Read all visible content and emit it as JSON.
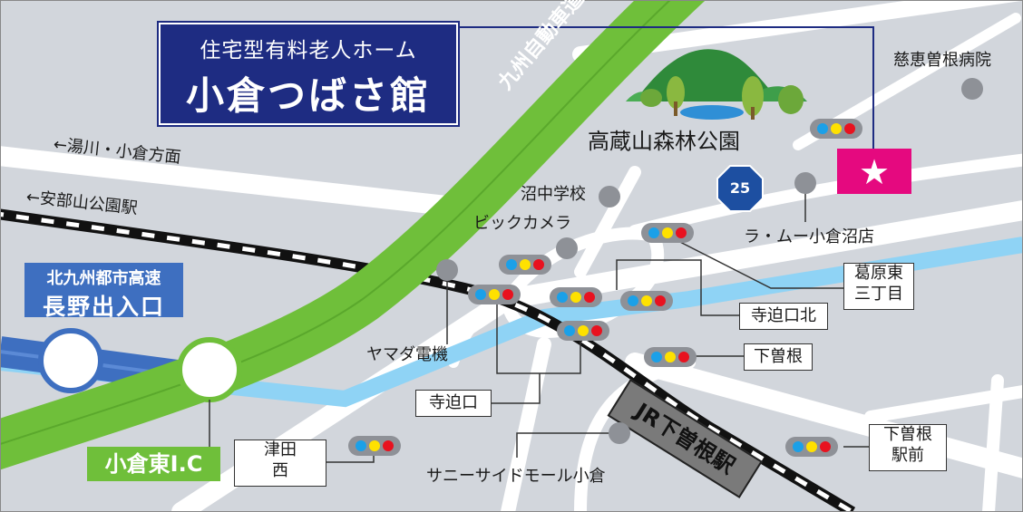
{
  "title": {
    "subtitle": "住宅型有料老人ホーム",
    "name": "小倉つばさ館"
  },
  "expressway_label": "九州自動車道",
  "park_label": "高蔵山森林公園",
  "route_number": "25",
  "direction_labels": {
    "yugawa": "←湯川・小倉方面",
    "abeyama": "←安部山公園駅"
  },
  "exit_box": {
    "line1": "北九州都市高速",
    "line2": "長野出入口"
  },
  "ic_label": "小倉東I.C",
  "station_label": "JR下曽根駅",
  "places": {
    "hospital": "慈恵曽根病院",
    "school": "沼中学校",
    "bic_camera": "ビックカメラ",
    "la_mu": "ラ・ムー小倉沼店",
    "yamada": "ヤマダ電機",
    "sunnyside": "サニーサイドモール小倉"
  },
  "intersections": {
    "katsurahara_l1": "葛原東",
    "katsurahara_l2": "三丁目",
    "jisakokita": "寺迫口北",
    "shimosone": "下曽根",
    "jisako": "寺迫口",
    "tsuda_l1": "津田",
    "tsuda_l2": "西",
    "shimosone_eki_l1": "下曽根",
    "shimosone_eki_l2": "駅前"
  },
  "destination_marker": "★",
  "colors": {
    "title_bg": "#1e2c82",
    "expressway": "#6fbf3a",
    "urban_expressway": "#3e6fc0",
    "river": "#8fd3f5",
    "destination": "#e5097f",
    "background": "#d2d6dc"
  }
}
